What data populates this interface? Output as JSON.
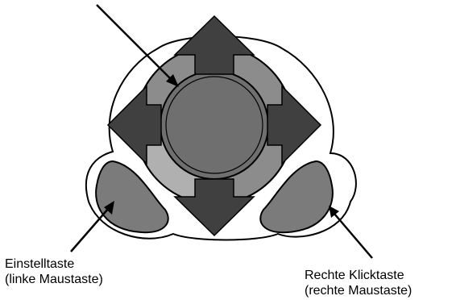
{
  "labels": {
    "left_button": {
      "line1": "Einstelltaste",
      "line2": "(linke Maustaste)"
    },
    "right_button": {
      "line1": "Rechte Klicktaste",
      "line2": "(rechte Maustaste)"
    }
  },
  "colors": {
    "outline": "#000000",
    "housing": "#ffffff",
    "ring_dark": "#8c8c8c",
    "ring_light": "#b0b0b0",
    "center": "#6f6f6f",
    "arrow": "#404040",
    "side_button": "#7b7b7b"
  }
}
